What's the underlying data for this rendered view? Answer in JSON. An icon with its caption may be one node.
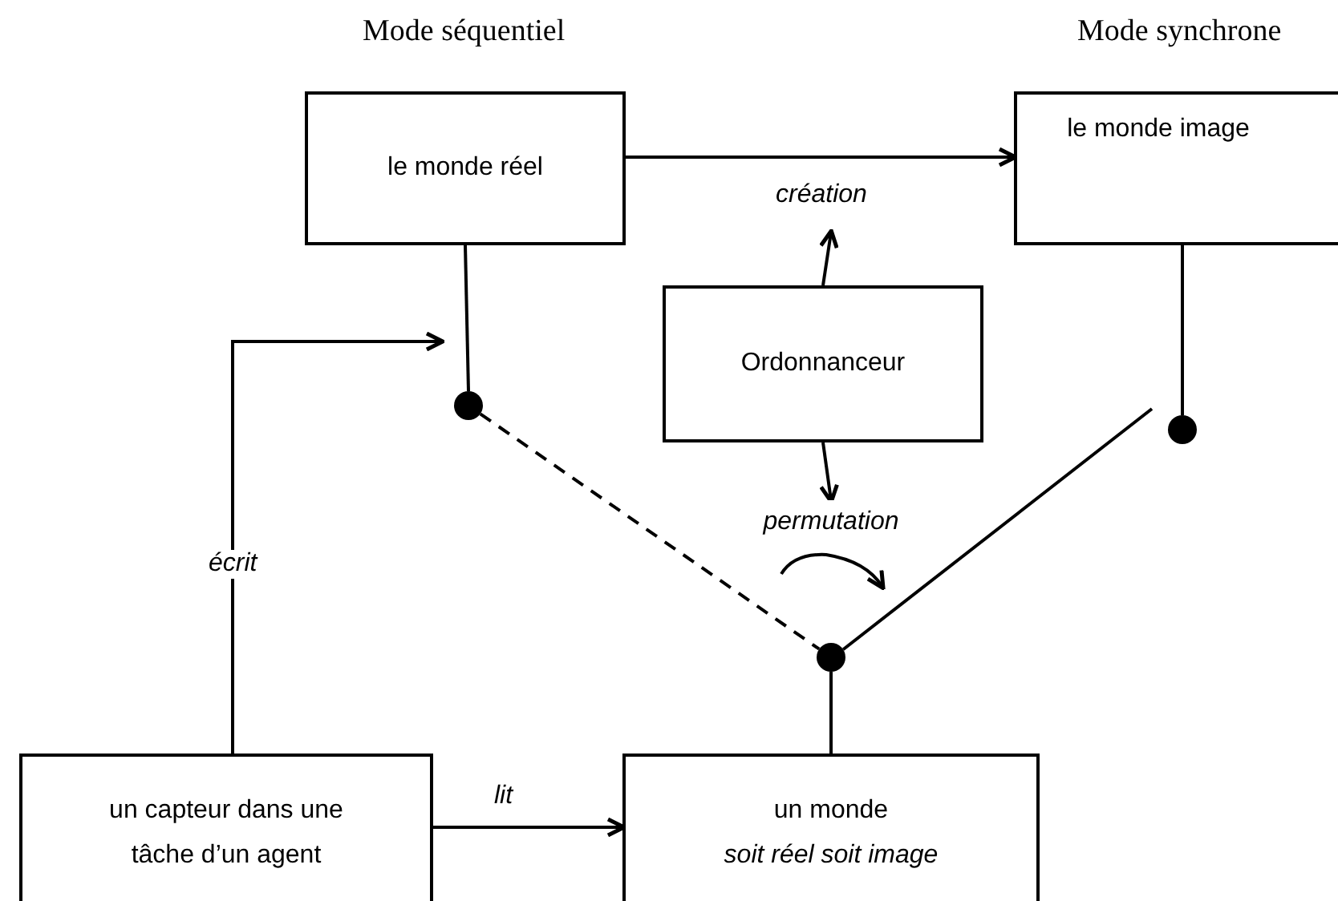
{
  "diagram": {
    "nodes": [
      {
        "text": [
          "le monde réel"
        ]
      },
      {
        "text": [
          "le monde image"
        ]
      },
      {
        "text": [
          "Ordonnanceur"
        ]
      },
      {
        "text": [
          "un capteur dans une tâche d’un agent"
        ]
      },
      {
        "text": [
          "un monde",
          "soit réel soit image"
        ]
      },
      {
        "text": [],
        "shape": "circle"
      },
      {
        "text": [],
        "shape": "circle"
      },
      {
        "text": [],
        "shape": "circle"
      },
      {
        "text": [
          "permutation"
        ]
      }
    ],
    "edges": [
      {
        "from": 0,
        "to": 1,
        "arrow": "to",
        "label": "création"
      },
      {
        "from": 2,
        "to": null,
        "arrow": "to"
      },
      {
        "from": 2,
        "to": 8,
        "arrow": "to"
      },
      {
        "from": 0,
        "to": 5,
        "arrow": "none"
      },
      {
        "from": 1,
        "to": 6,
        "arrow": "none"
      },
      {
        "from": 5,
        "to": 7,
        "arrow": "none",
        "style": "dashed"
      },
      {
        "from": 7,
        "to": 6,
        "arrow": "none"
      },
      {
        "from": 7,
        "to": 4,
        "arrow": "none"
      },
      {
        "from": 3,
        "to": null,
        "arrow": "to",
        "label": "écrit"
      },
      {
        "from": 3,
        "to": 4,
        "arrow": "to",
        "label": "lit"
      }
    ],
    "labels": [
      "Mode séquentiel",
      "Mode synchrone"
    ]
  }
}
